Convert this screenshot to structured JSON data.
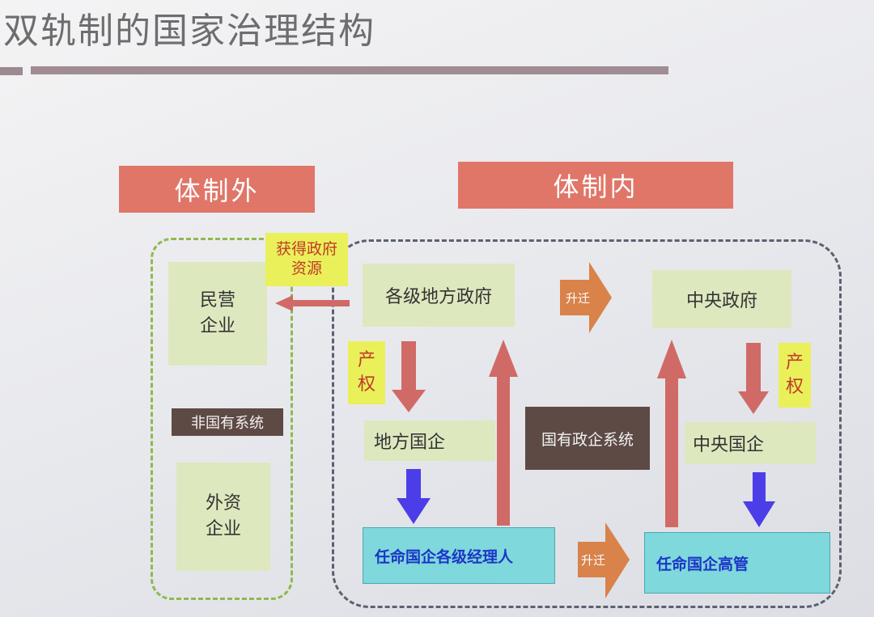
{
  "title": "双轨制的国家治理结构",
  "headers": {
    "outside": "体制外",
    "inside": "体制内"
  },
  "outside": {
    "private_enterprise": "民营\n企业",
    "non_state_system": "非国有系统",
    "foreign_enterprise": "外资\n企业",
    "gov_resources": "获得政府\n资源"
  },
  "inside": {
    "local_gov": "各级地方政府",
    "central_gov": "中央政府",
    "local_soe": "地方国企",
    "central_soe": "中央国企",
    "state_system": "国有政企系统",
    "local_managers": "任命国企各级经理人",
    "central_executives": "任命国企高管",
    "property_right_left": "产\n权",
    "property_right_right": "产\n权",
    "promotion_top": "升迁",
    "promotion_bottom": "升迁"
  },
  "colors": {
    "header": "#e07668",
    "red_arrow": "#d06a66",
    "blue_arrow": "#4b3ee8",
    "orange_arrow": "#d9824a",
    "cyan_box": "#7fd8db",
    "yellow_box": "#eaf05a"
  }
}
